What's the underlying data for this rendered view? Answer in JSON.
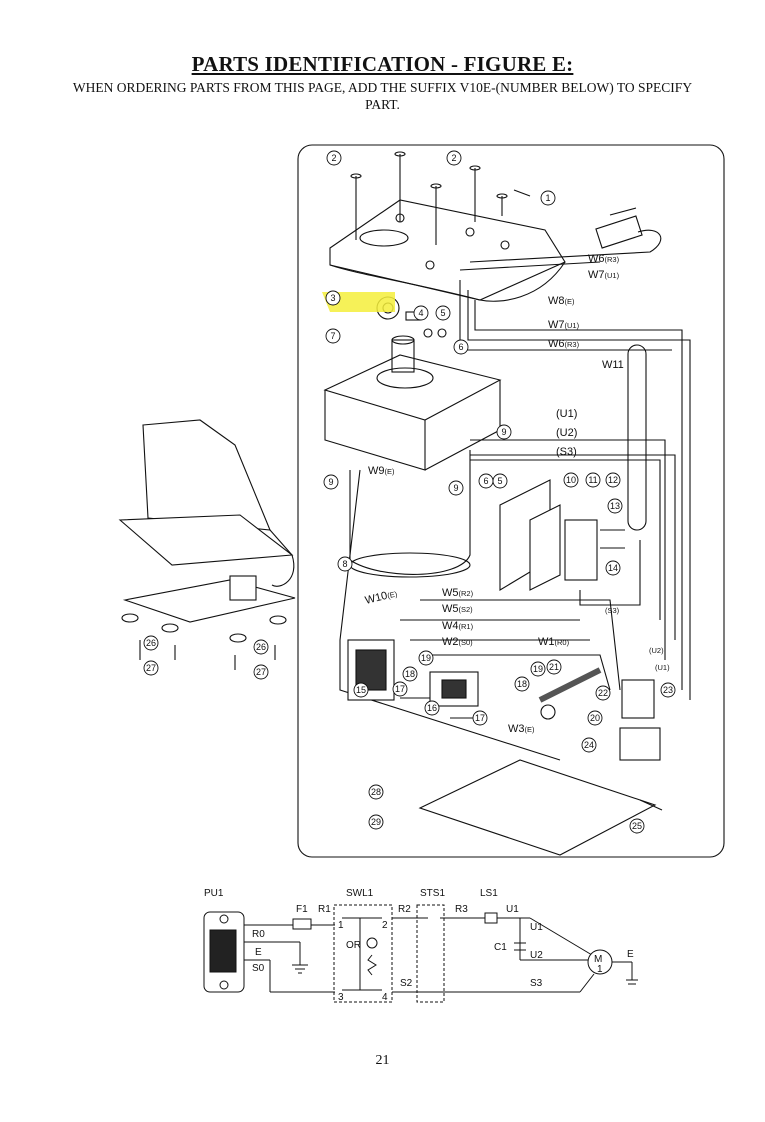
{
  "header": {
    "title": "PARTS IDENTIFICATION - FIGURE E:",
    "subtitle": "WHEN ORDERING PARTS FROM THIS PAGE, ADD THE SUFFIX V10E-(NUMBER BELOW) TO SPECIFY PART."
  },
  "diagram": {
    "callouts": [
      "1",
      "2",
      "2",
      "3",
      "4",
      "5",
      "6",
      "7",
      "8",
      "9",
      "9",
      "9",
      "6",
      "5",
      "10",
      "11",
      "12",
      "13",
      "14",
      "15",
      "16",
      "17",
      "17",
      "18",
      "18",
      "19",
      "19",
      "20",
      "21",
      "22",
      "23",
      "24",
      "25",
      "26",
      "26",
      "27",
      "27",
      "28",
      "29"
    ],
    "wires": {
      "w6_r3_top": "W6",
      "w6_r3_top_sub": "(R3)",
      "w7_u1_top": "W7",
      "w7_u1_top_sub": "(U1)",
      "w8": "W8",
      "w8_sub": "(E)",
      "w7": "W7",
      "w7_sub": "(U1)",
      "w6": "W6",
      "w6_sub": "(R3)",
      "w11": "W11",
      "u1": "(U1)",
      "u2": "(U2)",
      "s3": "(S3)",
      "w9": "W9",
      "w9_sub": "(E)",
      "w10": "W10",
      "w10_sub": "(E)",
      "w5_r2": "W5",
      "w5_r2_sub": "(R2)",
      "w5_s2": "W5",
      "w5_s2_sub": "(S2)",
      "w4": "W4",
      "w4_sub": "(R1)",
      "w2": "W2",
      "w2_sub": "(S0)",
      "w1": "W1",
      "w1_sub": "(R0)",
      "w3": "W3",
      "w3_sub": "(E)",
      "s3_small": "(S3)",
      "u2_small": "(U2)",
      "u1_small": "(U1)"
    },
    "highlight_color": "#f5ef3b"
  },
  "schematic": {
    "pu1": "PU1",
    "f1": "F1",
    "swl1": "SWL1",
    "sts1": "STS1",
    "ls1": "LS1",
    "r1": "R1",
    "r2": "R2",
    "r3": "R3",
    "u1": "U1",
    "u2": "U2",
    "r0": "R0",
    "s0": "S0",
    "e_left": "E",
    "e_right": "E",
    "or": "OR",
    "c1": "C1",
    "s2": "S2",
    "s3": "S3",
    "m": "M",
    "m_sub": "1",
    "sw1": "1",
    "sw2": "2",
    "sw3": "3",
    "sw4": "4"
  },
  "footer": {
    "page_number": "21"
  }
}
